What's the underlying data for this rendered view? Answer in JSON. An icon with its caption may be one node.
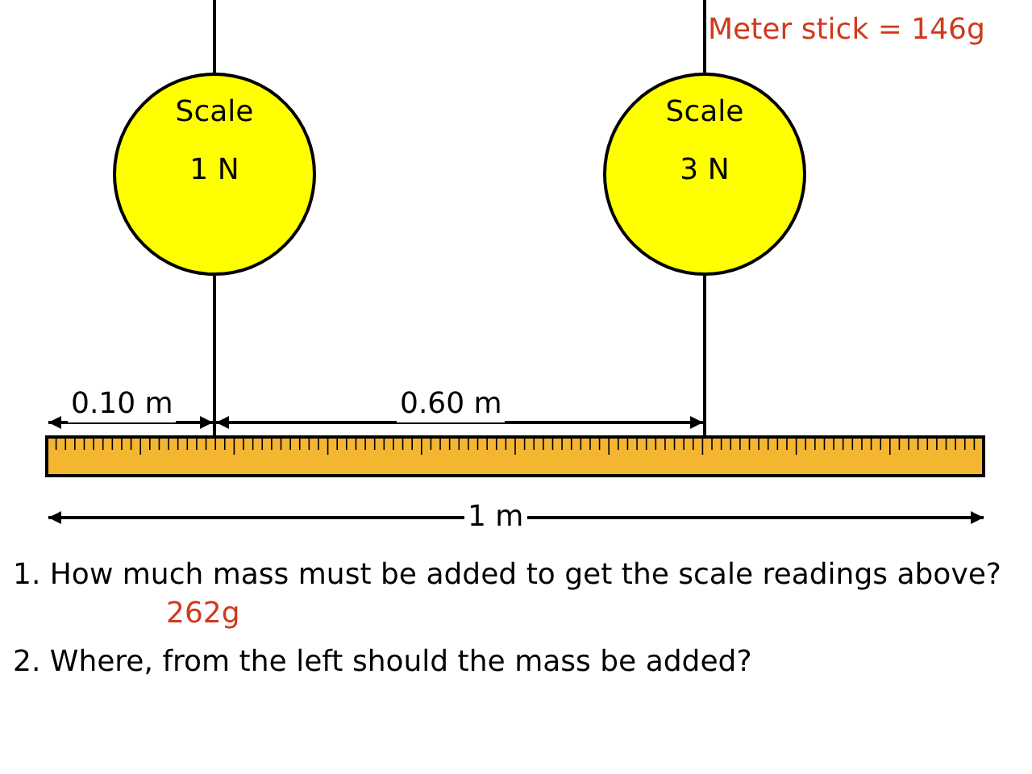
{
  "diagram": {
    "nodes": [
      {
        "text": [
          "Scale",
          "1 N"
        ]
      },
      {
        "text": [
          "Scale",
          "3 N"
        ]
      },
      {
        "text": [],
        "shape": "bar"
      }
    ],
    "edges": [
      {
        "from": null,
        "to": 0,
        "arrow": "none"
      },
      {
        "from": null,
        "to": 1,
        "arrow": "none"
      },
      {
        "from": 0,
        "to": 2,
        "arrow": "none"
      },
      {
        "from": 1,
        "to": 2,
        "arrow": "none"
      }
    ],
    "labels": [
      "Meter stick = 146g",
      "0.10 m",
      "0.60 m",
      "1 m",
      "1. How much mass must be added to get the scale readings above?",
      "262g",
      "2. Where, from the left should the mass be added?"
    ]
  }
}
